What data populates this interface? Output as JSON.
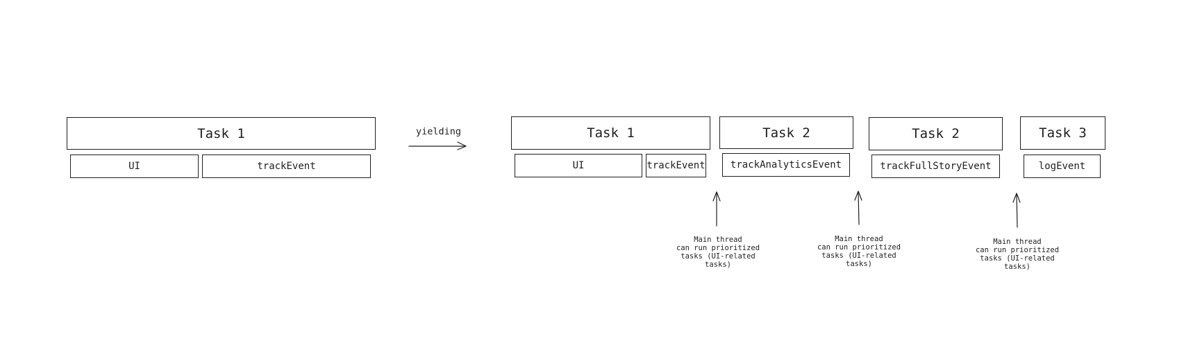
{
  "before": {
    "task": "Task 1",
    "subtasks": [
      "UI",
      "trackEvent"
    ]
  },
  "transition": {
    "label": "yielding"
  },
  "after": {
    "tasks": [
      {
        "label": "Task 1",
        "subtasks": [
          "UI",
          "trackEvent"
        ]
      },
      {
        "label": "Task 2",
        "subtasks": [
          "trackAnalyticsEvent"
        ]
      },
      {
        "label": "Task 2",
        "subtasks": [
          "trackFullStoryEvent"
        ]
      },
      {
        "label": "Task 3",
        "subtasks": [
          "logEvent"
        ]
      }
    ]
  },
  "annotations": [
    {
      "lines": [
        "Main thread",
        "can run prioritized",
        "tasks (UI-related tasks)"
      ]
    },
    {
      "lines": [
        "Main thread",
        "can run prioritized",
        "tasks (UI-related tasks)"
      ]
    },
    {
      "lines": [
        "Main thread",
        "can run prioritized",
        "tasks (UI-related tasks)"
      ]
    }
  ],
  "colors": {
    "stroke": "#1e1e1e",
    "background": "#ffffff"
  }
}
